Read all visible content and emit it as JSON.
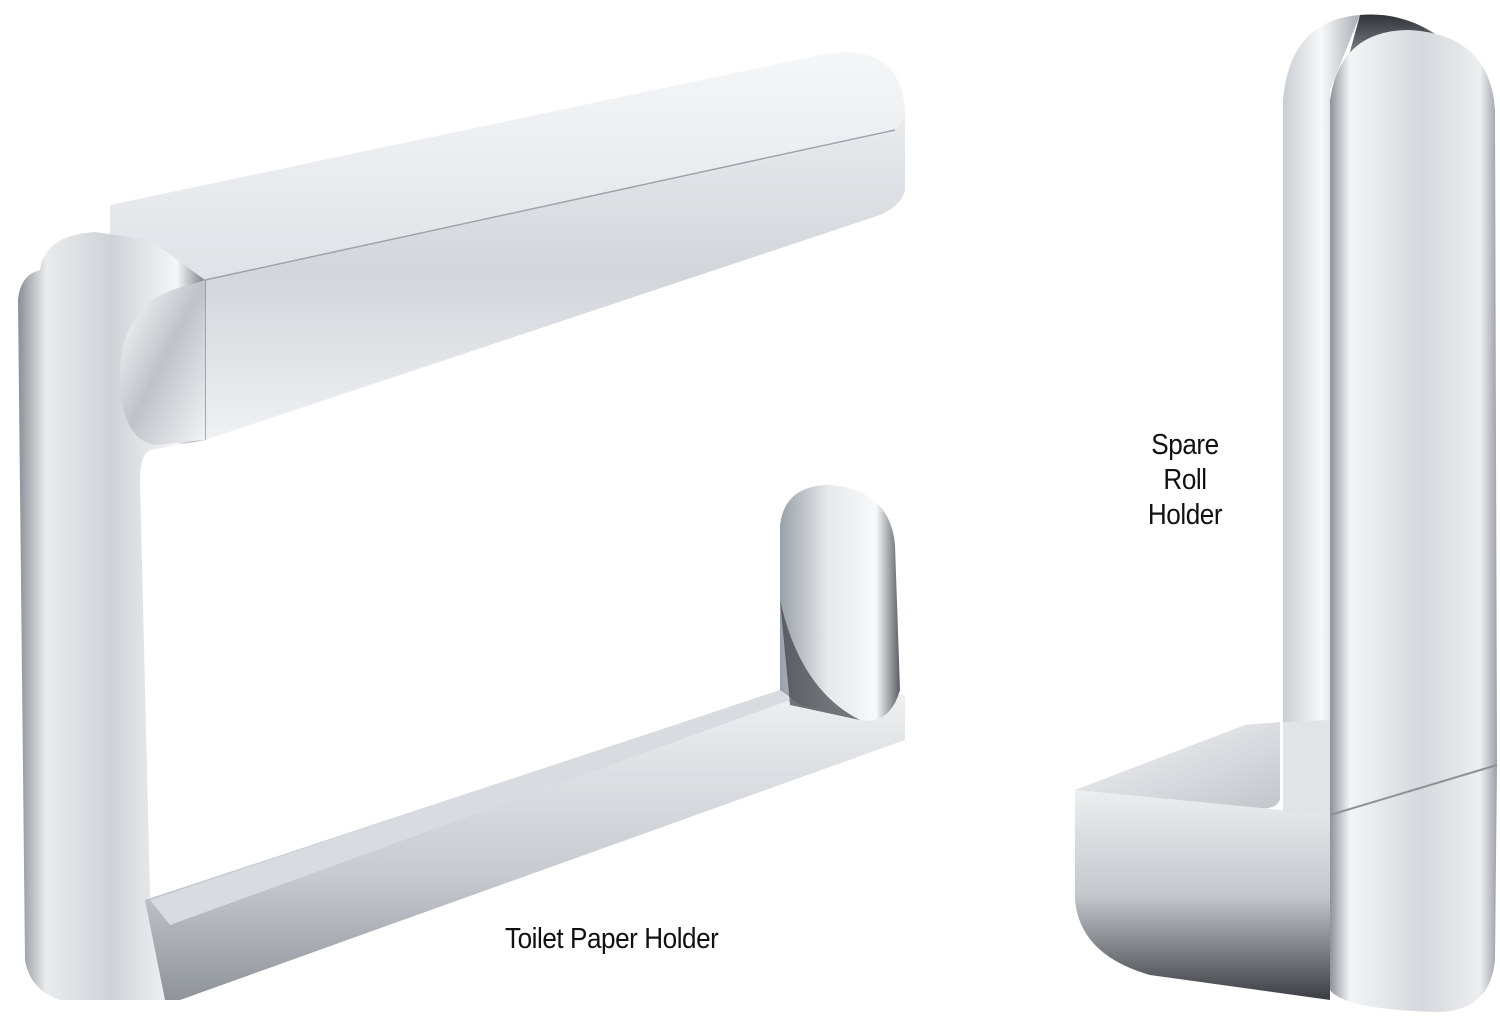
{
  "image": {
    "description": "Product photo of two chrome bathroom accessories on white background",
    "background_color": "#ffffff",
    "metal_colors": {
      "highlight": "#f4f5f7",
      "mid": "#c9ccd1",
      "shadow": "#6b6f76",
      "dark": "#2f3237"
    }
  },
  "products": [
    {
      "id": "toilet-paper-holder",
      "label": "Toilet Paper Holder"
    },
    {
      "id": "spare-roll-holder",
      "label_lines": [
        "Spare",
        "Roll",
        "Holder"
      ]
    }
  ]
}
